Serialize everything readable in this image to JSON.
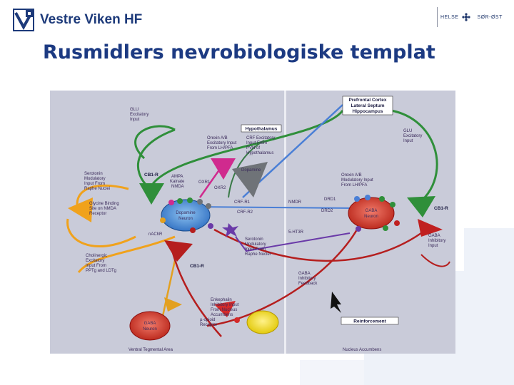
{
  "header": {
    "org_name": "Vestre Viken HF",
    "partner_left": "HELSE",
    "partner_right": "SØR-ØST"
  },
  "slide": {
    "title": "Rusmidlers nevrobiologiske templat"
  },
  "figure": {
    "boxes": {
      "pfc_line1": "Prefrontal Cortex",
      "pfc_line2": "Lateral Septum",
      "pfc_line3": "Hippocampus",
      "hypothalamus": "Hypothalamus",
      "reinforcement": "Reinforcement"
    },
    "labels": {
      "glu_left_1": "GLU",
      "glu_left_2": "Excitatory",
      "glu_left_3": "Input",
      "glu_right_1": "GLU",
      "glu_right_2": "Excitatory",
      "glu_right_3": "Input",
      "orexin_1": "Orexin A/B",
      "orexin_2": "Excitatory Input",
      "orexin_3": "From LH/PFA",
      "crf_1": "CRF Excitatory",
      "crf_2": "Input From",
      "crf_3": "PVN of",
      "crf_4": "Hypothalamus",
      "dopamine": "Dopamine",
      "serotonin_1": "Serotonin",
      "serotonin_2": "Modulatory",
      "serotonin_3": "Input From",
      "serotonin_4": "Raphe Nuclei",
      "glycine_1": "Glycine Binding",
      "glycine_2": "Site on NMDA",
      "glycine_3": "Receptor",
      "cb1r_1": "CB1-R",
      "ampa": "AMPA",
      "kainate": "Kainate",
      "nmda": "NMDA",
      "oxr1": "OXR1",
      "oxr2": "OXR2",
      "crf_r1": "CRF-R1",
      "crf_r2": "CRF-R2",
      "dopamine_neuron_1": "Dopamine",
      "dopamine_neuron_2": "Neuron",
      "nachr": "nAChR",
      "cholinergic_1": "Cholinergic",
      "cholinergic_2": "Excitatory",
      "cholinergic_3": "Input From",
      "cholinergic_4": "PPTg and LDTg",
      "cb1r_2": "CB1-R",
      "gaba_neuron_l_1": "GABA",
      "gaba_neuron_l_2": "Neuron",
      "mu_opioid_1": "µ-opioid",
      "mu_opioid_2": "Receptor",
      "enkephalin_1": "Enkephalin",
      "enkephalin_2": "Inhibitory Input",
      "enkephalin_3": "From Nucleus",
      "enkephalin_4": "Accumbens",
      "serotonin_r_1": "Serotonin",
      "serotonin_r_2": "Modulatory",
      "serotonin_r_3": "Input From",
      "serotonin_r_4": "Raphe Nuclei",
      "nmdr": "NMDR",
      "ht3r": "5-HT3R",
      "drd1": "DRD1",
      "drd2": "DRD2",
      "orexin_mod_1": "Orexin A/B",
      "orexin_mod_2": "Modulatory Input",
      "orexin_mod_3": "From LH/PFA",
      "gaba_neuron_r_1": "GABA",
      "gaba_neuron_r_2": "Neuron",
      "cb1r_3": "CB1-R",
      "gaba_inhib_1": "GABA",
      "gaba_inhib_2": "Inhibitory",
      "gaba_inhib_3": "Input",
      "gaba_feedback_1": "GABA",
      "gaba_feedback_2": "Inhibitory",
      "gaba_feedback_3": "Feedback",
      "ventral_tegmental": "Ventral Tegmental Area",
      "nucleus_accumbens": "Nucleus Accumbens"
    }
  }
}
